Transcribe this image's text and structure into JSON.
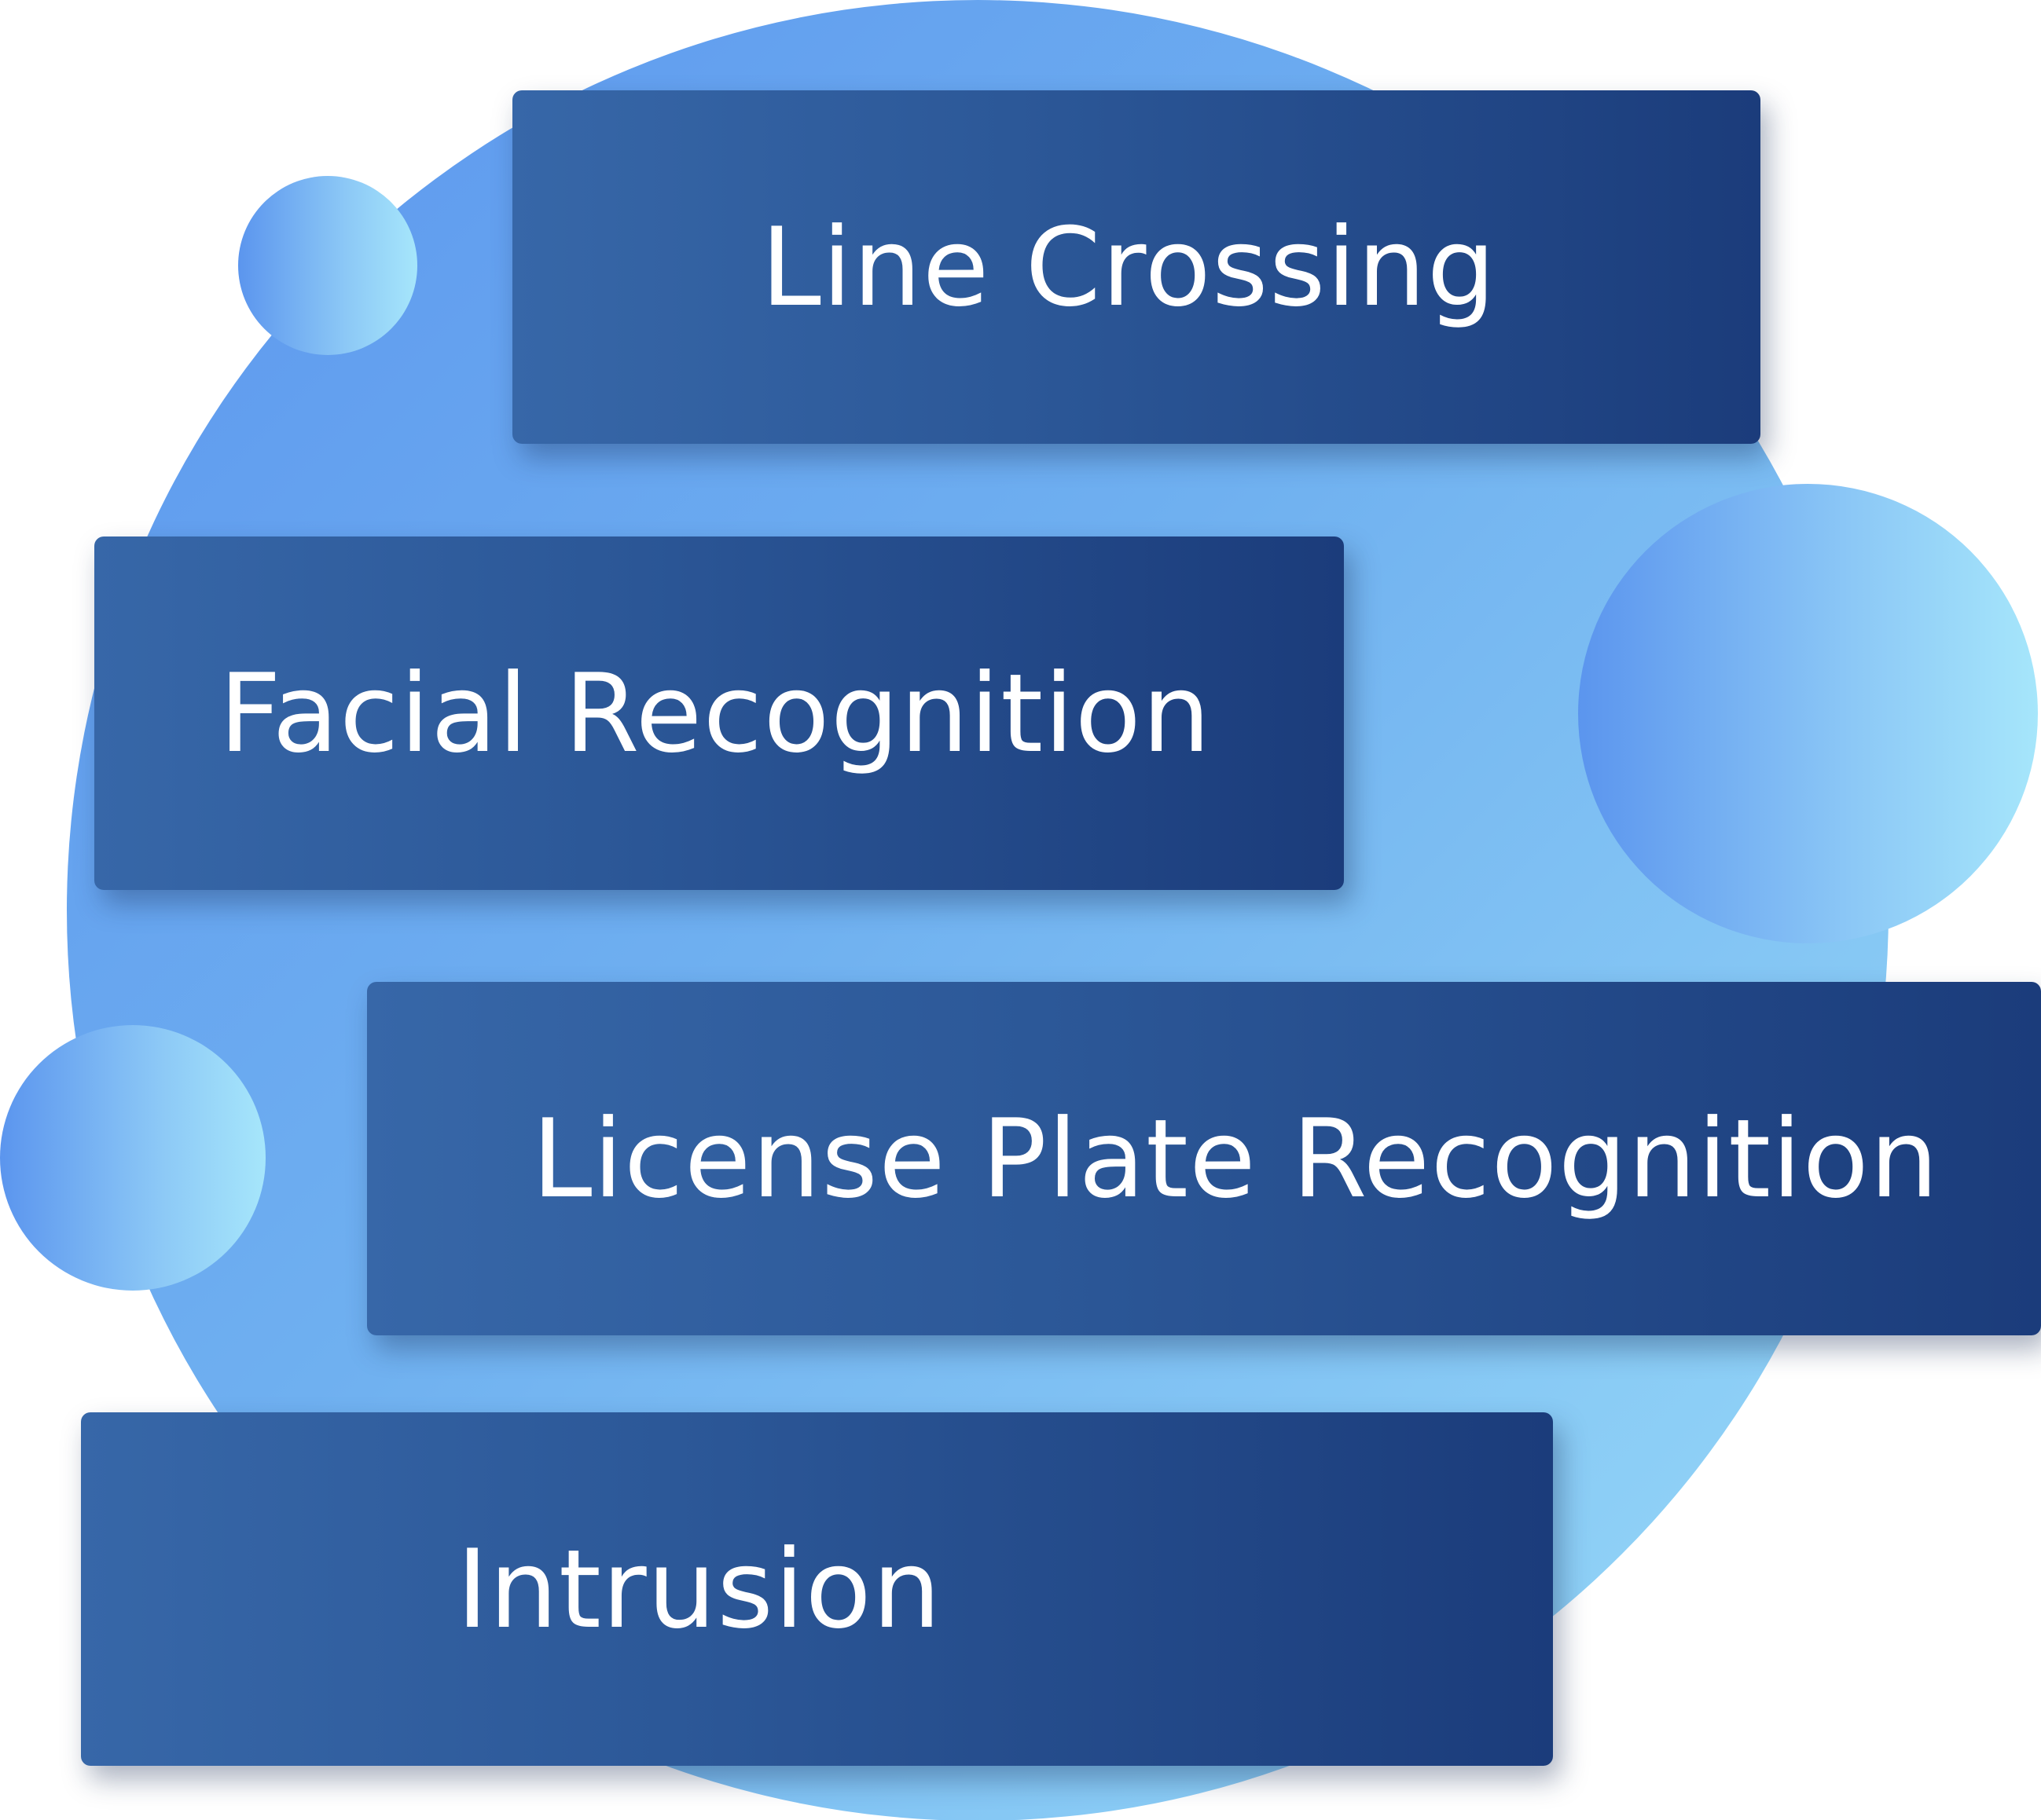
{
  "items": [
    {
      "label": "Line Crossing"
    },
    {
      "label": "Facial Recognition"
    },
    {
      "label": "License Plate Recognition"
    },
    {
      "label": "Intrusion"
    }
  ],
  "colors": {
    "card_gradient_start": "#3767a8",
    "card_gradient_end": "#1b3c7b",
    "circle_light": "#99dbf8",
    "circle_dark": "#5b95ee",
    "text": "#ffffff"
  }
}
